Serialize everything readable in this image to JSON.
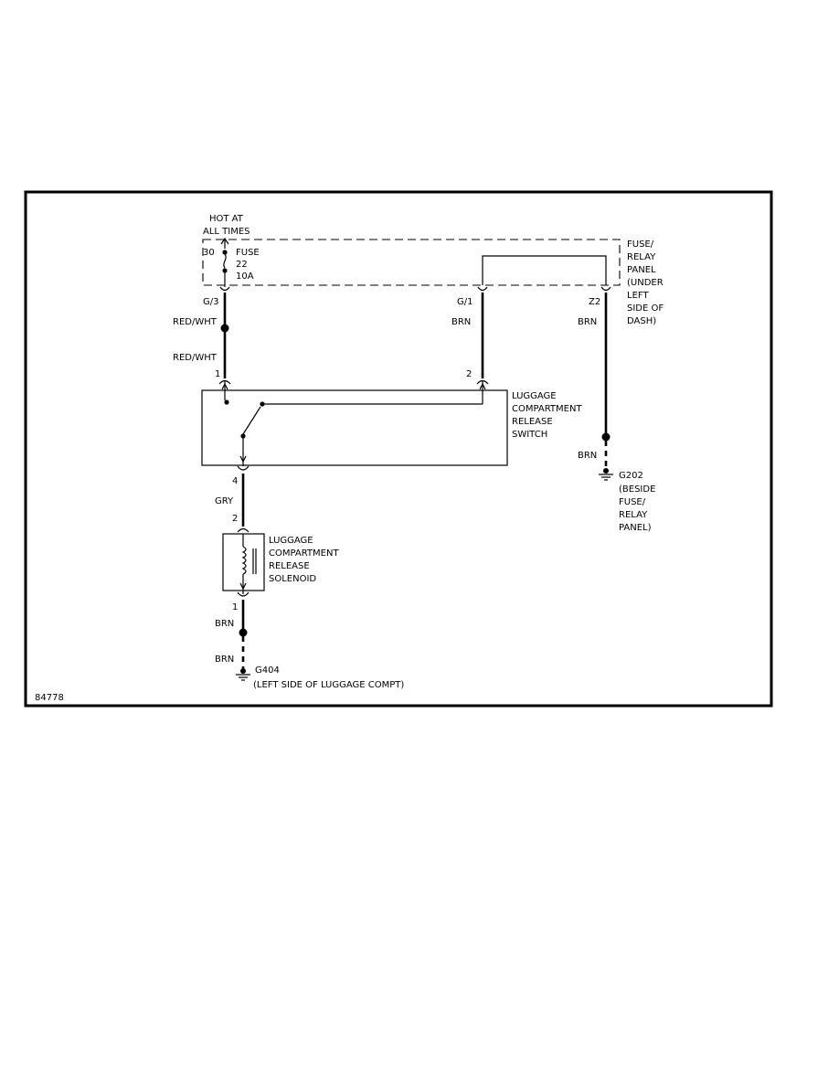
{
  "diagram_id": "84778",
  "power": {
    "hot_line1": "HOT AT",
    "hot_line2": "ALL TIMES",
    "terminal": "30",
    "fuse_line1": "FUSE",
    "fuse_line2": "22",
    "fuse_line3": "10A"
  },
  "fuse_panel": {
    "lines": [
      "FUSE/",
      "RELAY",
      "PANEL",
      "(UNDER",
      "LEFT",
      "SIDE OF",
      "DASH)"
    ],
    "connectors": {
      "left": "G/3",
      "middle": "G/1",
      "right": "Z2"
    }
  },
  "wires": {
    "left_upper": "RED/WHT",
    "left_lower": "RED/WHT",
    "middle": "BRN",
    "right_upper": "BRN",
    "right_lower": "BRN",
    "switch_out": "GRY",
    "solenoid_out_upper": "BRN",
    "solenoid_out_lower": "BRN"
  },
  "switch": {
    "lines": [
      "LUGGAGE",
      "COMPARTMENT",
      "RELEASE",
      "SWITCH"
    ],
    "pin_left": "1",
    "pin_right": "2",
    "pin_bottom": "4"
  },
  "solenoid": {
    "lines": [
      "LUGGAGE",
      "COMPARTMENT",
      "RELEASE",
      "SOLENOID"
    ],
    "pin_top": "2",
    "pin_bottom": "1"
  },
  "grounds": {
    "g202": {
      "name": "G202",
      "lines": [
        "(BESIDE",
        "FUSE/",
        "RELAY",
        "PANEL)"
      ]
    },
    "g404": {
      "name": "G404",
      "location": "(LEFT SIDE OF LUGGAGE COMPT)"
    }
  }
}
